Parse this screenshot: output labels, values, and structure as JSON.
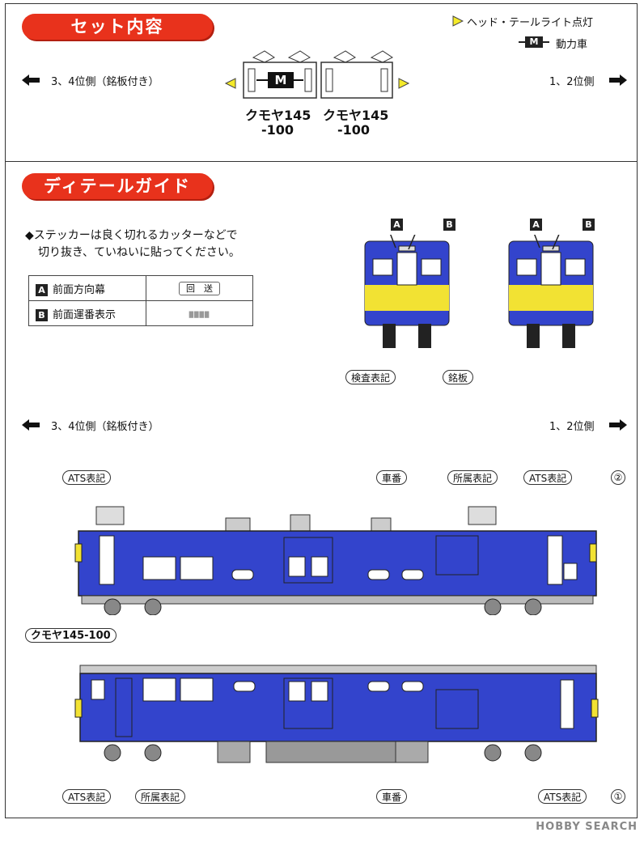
{
  "set_section": {
    "title": "セット内容",
    "legend_light": "ヘッド・テールライト点灯",
    "legend_motor_mark": "M",
    "legend_motor": "動力車",
    "left_side": "3、4位側（銘板付き）",
    "right_side": "1、2位側",
    "car1_mark": "M",
    "car1_name": "クモヤ145",
    "car1_num": "-100",
    "car2_name": "クモヤ145",
    "car2_num": "-100"
  },
  "detail_section": {
    "title": "ディテールガイド",
    "note_line1": "◆ステッカーは良く切れるカッターなどで",
    "note_line2": "切り抜き、ていねいに貼ってください。",
    "rows": [
      {
        "key": "A",
        "label": "前面方向幕",
        "sample": "回　送"
      },
      {
        "key": "B",
        "label": "前面運番表示",
        "sample": "████"
      }
    ],
    "front_marker_a": "A",
    "front_marker_b": "B",
    "front_callout_1": "検査表記",
    "front_callout_2": "銘板",
    "left_side": "3、4位側（銘板付き）",
    "right_side": "1、2位側",
    "upper_callouts": {
      "ats_left": "ATS表記",
      "car_number": "車番",
      "affiliation": "所属表記",
      "ats_right": "ATS表記",
      "end_number": "②"
    },
    "model_label": "クモヤ145-100",
    "lower_callouts": {
      "ats_left": "ATS表記",
      "affiliation": "所属表記",
      "car_number": "車番",
      "ats_right": "ATS表記",
      "end_number": "①"
    }
  },
  "watermark": "HOBBY SEARCH",
  "colors": {
    "accent_red": "#e8321c",
    "car_blue": "#3344cc",
    "front_yellow": "#f2e233",
    "light_yellow": "#f4ea2a"
  }
}
